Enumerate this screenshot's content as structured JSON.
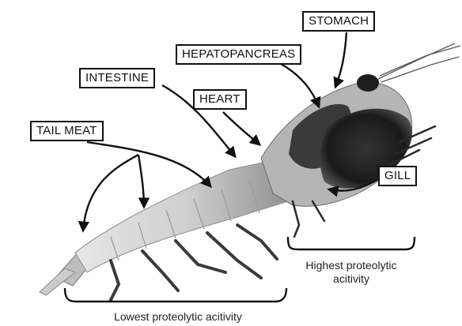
{
  "labels": {
    "stomach": "STOMACH",
    "hepatopancreas": "HEPATOPANCREAS",
    "intestine": "INTESTINE",
    "heart": "HEART",
    "tail_meat": "TAIL MEAT",
    "gill": "GILL"
  },
  "captions": {
    "highest_line1": "Highest proteolytic",
    "highest_line2": "acitivity",
    "lowest": "Lowest proteolytic acitivity"
  },
  "colors": {
    "ink": "#111111",
    "body": "#c9c9c9",
    "dark_tissue": "#2a2a2a",
    "background": "#ffffff"
  }
}
